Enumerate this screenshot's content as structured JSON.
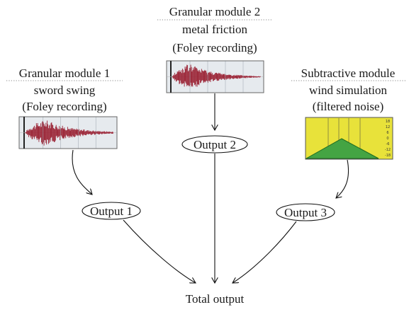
{
  "modules": [
    {
      "title": "Granular module 1",
      "line2": "sword swing",
      "line3": "(Foley recording)"
    },
    {
      "title": "Granular module 2",
      "line2": "metal friction",
      "line3": "(Foley recording)"
    },
    {
      "title": "Subtractive module",
      "line2": "wind simulation",
      "line3": "(filtered noise)"
    }
  ],
  "outputs": [
    "Output 1",
    "Output 2",
    "Output 3"
  ],
  "total": "Total output",
  "filter_scale": [
    "18",
    "12",
    "6",
    "0",
    "-6",
    "-12",
    "-18"
  ],
  "colors": {
    "waveform": "#9b2335",
    "wave_bg": "#e6eaee",
    "filter_bg": "#e8e23a",
    "filter_fill": "#44a443"
  }
}
